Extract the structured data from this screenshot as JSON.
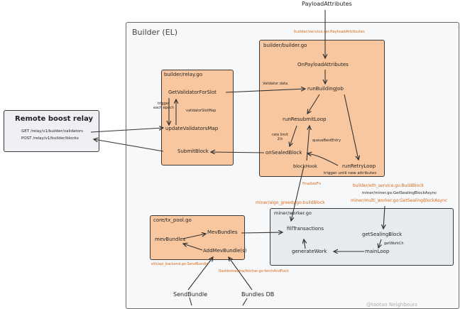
{
  "colors": {
    "builder_bg": "#f7f8f9",
    "component_fill": "#f8c7a0",
    "worker_fill": "#e7eaef",
    "relay_fill": "#eef0f3",
    "annotation": "#d96a1a",
    "stroke": "#3a3a3a"
  },
  "top_labels": {
    "payload_attributes": "PayloadAttributes"
  },
  "builder": {
    "title": "Builder (EL)",
    "service_note": "builder/service.go:PayloadAttributes"
  },
  "remote_relay": {
    "title": "Remote boost relay",
    "get_endpoint": "GET /relay/v1/builder/validators",
    "post_endpoint": "POST /relay/v1/builder/blocks"
  },
  "relay_go": {
    "title": "builder/relay.go",
    "get_validator": "GetValidatorForSlot",
    "update_validators": "updateValidatorsMap",
    "submit_block": "SubmitBlock",
    "trigger_note": "trigger\neach epoch",
    "validator_map": "validatorSlotMap"
  },
  "builder_go": {
    "title": "builder/builder.go",
    "on_payload": "OnPayloadAttributes",
    "run_building": "runBuildingJob",
    "run_resubmit": "runResubmitLoop",
    "on_sealed": "onSealedBlock",
    "block_hook": "blockHook",
    "run_retry": "runRetryLoop",
    "validator_data": "Validator data",
    "rate_limit": "rate limit\n2/s",
    "queue_best": "queueBestEntry",
    "retry_note": "trigger until new attributes"
  },
  "annotations": {
    "finalize_fn": "finalizeFn",
    "algo_greedy": "miner/algo_greedy.go:buildBlock",
    "eth_service": "builder/eth_service.go:BuildBlock",
    "miner_sealing": "miner/miner.go:GetSealingBlockAsync",
    "multi_worker": "miner/multi_worker.go:GetSealingBlockAsync",
    "api_backend": "eth/api_backend.go:SendBundle",
    "flashbots_fetcher": "flashbotsextra/fetcher.go:fetchAndPush"
  },
  "tx_pool": {
    "title": "core/tx_pool.go",
    "mev_bundles": "mevBundles",
    "mev_bundles_fn": "MevBundles",
    "add_mev": "AddMevBundle(s)"
  },
  "worker": {
    "title": "miner/worker.go",
    "fill_tx": "fillTransactions",
    "get_sealing": "getSealingBlock",
    "generate_work": "generateWork",
    "main_loop": "mainLoop",
    "get_work_ch": "getWorkCh"
  },
  "bottom": {
    "send_bundle": "SendBundle",
    "bundles_db": "Bundles DB"
  },
  "watermark": "@taotao Neighbours"
}
